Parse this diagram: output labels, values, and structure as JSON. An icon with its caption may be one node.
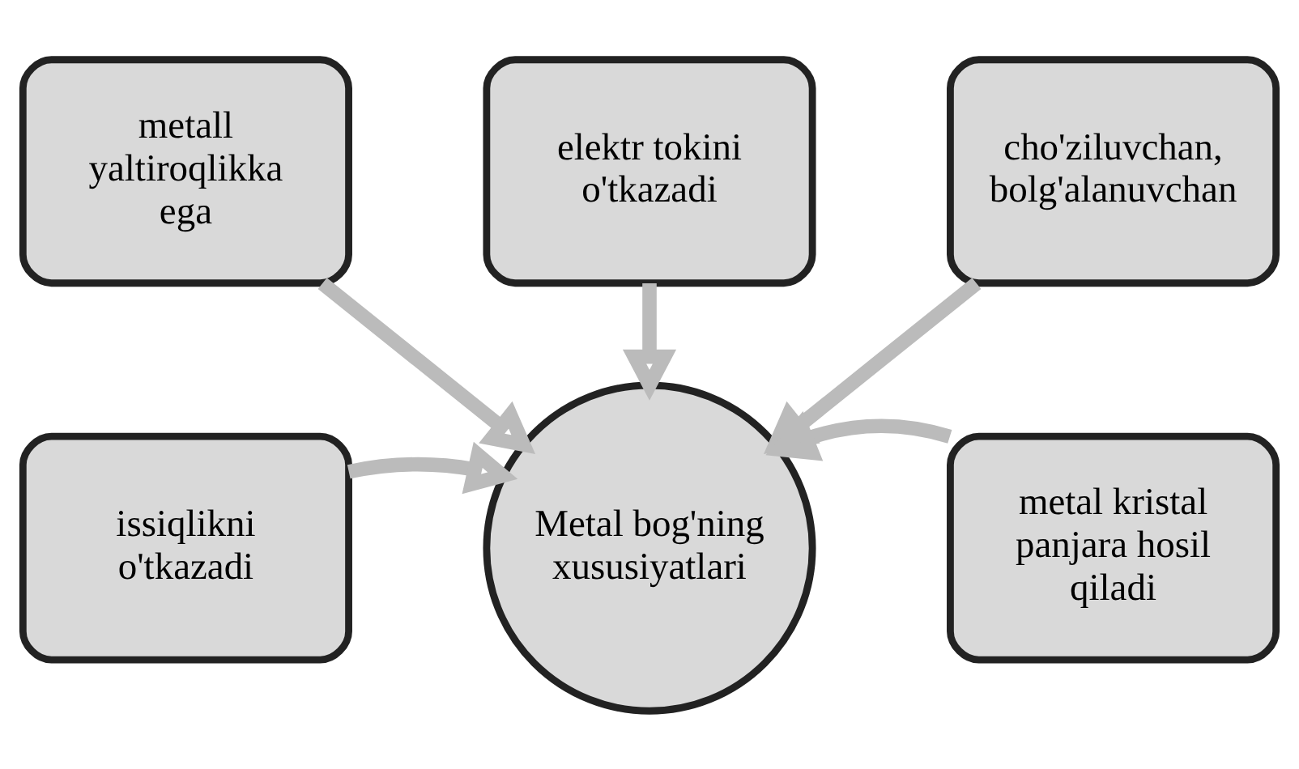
{
  "diagram": {
    "nodes": [
      {
        "text": [
          "metall yaltiroqlikka ega"
        ]
      },
      {
        "text": [
          "elektr tokini o'tkazadi"
        ]
      },
      {
        "text": [
          "cho'ziluvchan, bolg'alanuvchan"
        ]
      },
      {
        "text": [
          "issiqlikni o'tkazadi"
        ]
      },
      {
        "text": [
          "Metal bog'ning xususiyatlari"
        ]
      },
      {
        "text": [
          "metal kristal panjara hosil qiladi"
        ]
      }
    ],
    "edges": [
      {
        "from": 0,
        "to": 4,
        "arrow": "to"
      },
      {
        "from": 1,
        "to": 4,
        "arrow": "to"
      },
      {
        "from": 2,
        "to": 4,
        "arrow": "to"
      },
      {
        "from": 3,
        "to": 4,
        "arrow": "to"
      },
      {
        "from": 5,
        "to": 4,
        "arrow": "to"
      }
    ]
  }
}
